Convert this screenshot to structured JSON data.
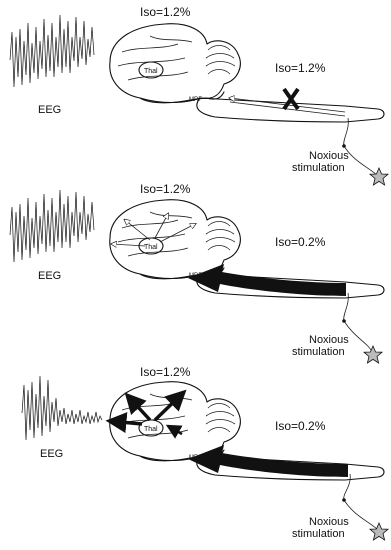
{
  "panels": [
    {
      "eeg_label": "EEG",
      "iso_brain": "Iso=1.2%",
      "iso_spinal": "Iso=1.2%",
      "thal_label": "Thal",
      "mrf_label": "MRF",
      "stim_label_line1": "Noxious",
      "stim_label_line2": "stimulation",
      "pathway": "blocked"
    },
    {
      "eeg_label": "EEG",
      "iso_brain": "Iso=1.2%",
      "iso_spinal": "Iso=0.2%",
      "thal_label": "Thal",
      "mrf_label": "MRF",
      "stim_label_line1": "Noxious",
      "stim_label_line2": "stimulation",
      "pathway": "strong"
    },
    {
      "eeg_label": "EEG",
      "iso_brain": "Iso=1.2%",
      "iso_spinal": "Iso=0.2%",
      "thal_label": "Thal",
      "mrf_label": "MRF",
      "stim_label_line1": "Noxious",
      "stim_label_line2": "stimulation",
      "pathway": "strong-cortical"
    }
  ],
  "colors": {
    "ink": "#111111",
    "star": "#bbbbbb"
  }
}
